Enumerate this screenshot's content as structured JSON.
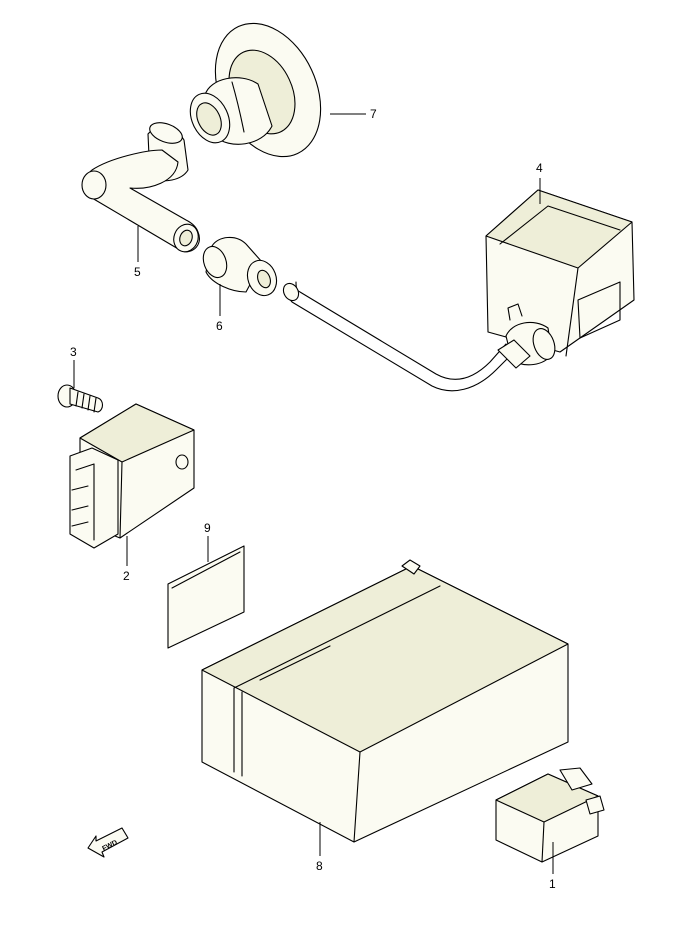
{
  "diagram": {
    "callouts": {
      "c1": "1",
      "c2": "2",
      "c3": "3",
      "c4": "4",
      "c5": "5",
      "c6": "6",
      "c7": "7",
      "c8": "8",
      "c9": "9"
    },
    "fwd_label": "FWD",
    "colors": {
      "line": "#000000",
      "fill": "#fbfbf2",
      "shade": "#eeeed8"
    }
  }
}
